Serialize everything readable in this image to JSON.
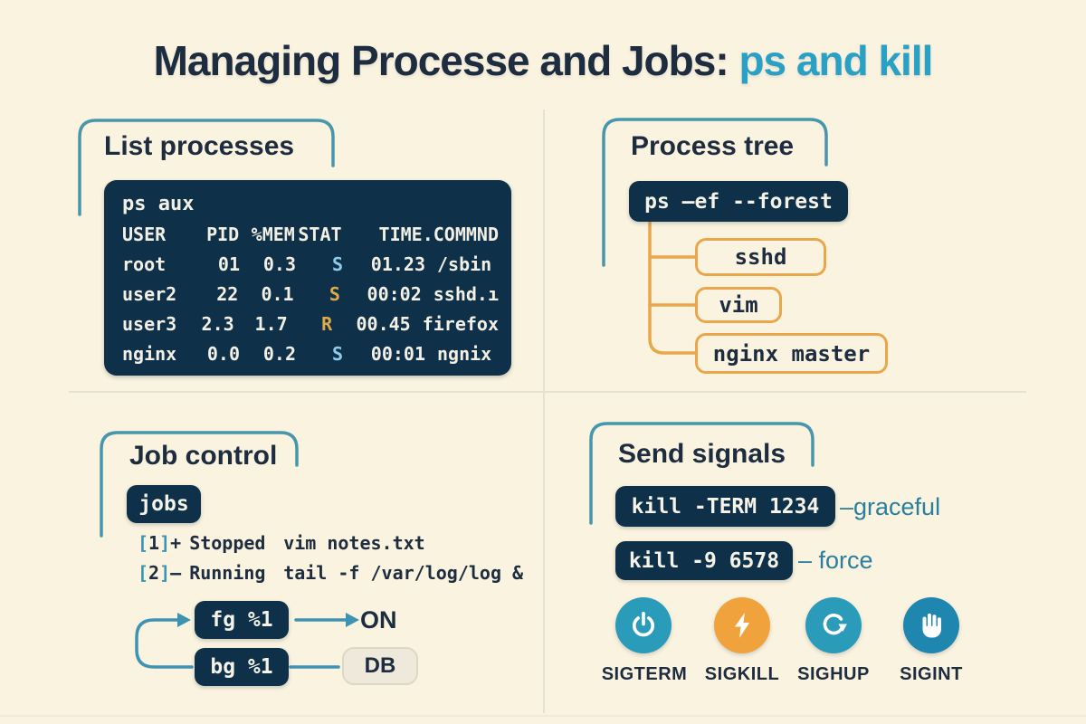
{
  "page": {
    "title_main": "Managing Processe and Jobs: ",
    "title_accent": "ps and kill"
  },
  "colors": {
    "background": "#FAF3DF",
    "navy": "#0F3049",
    "heading_text": "#1E2C40",
    "teal_accent": "#2AA0C4",
    "teal_stroke": "#4796AC",
    "teal_note": "#2B7F9E",
    "orange": "#E9A64A",
    "stat_blue": "#8FCBEA",
    "stat_gold": "#DFA94A",
    "divider": "#E6E2D2"
  },
  "list_processes": {
    "heading": "List processes",
    "command": "ps aux",
    "table": {
      "headers": [
        "USER",
        "PID",
        "%MEM",
        "STAT",
        "TIME.COMMND"
      ],
      "rows": [
        {
          "user": "root",
          "pid": "01",
          "mem": "0.3",
          "stat": "S",
          "time": "01.23",
          "cmd": "/sbin"
        },
        {
          "user": "user2",
          "pid": "22",
          "mem": "0.1",
          "stat": "S",
          "time": "00:02",
          "cmd": "sshd.ı"
        },
        {
          "user": "user3",
          "pid": "2.3",
          "mem": "1.7",
          "stat": "R",
          "time": "00.45",
          "cmd": "firefox"
        },
        {
          "user": "nginx",
          "pid": "0.0",
          "mem": "0.2",
          "stat": "S",
          "time": "00:01",
          "cmd": "ngnix"
        }
      ]
    }
  },
  "process_tree": {
    "heading": "Process tree",
    "command": "ps –ef --forest",
    "nodes": [
      "sshd",
      "vim",
      "nginx master"
    ]
  },
  "job_control": {
    "heading": "Job control",
    "command": "jobs",
    "jobs": [
      {
        "open": "[",
        "num": "1",
        "close": "]",
        "flag": "+",
        "status": "Stopped",
        "cmd": "vim notes.txt"
      },
      {
        "open": "[",
        "num": "2",
        "close": "]",
        "flag": "–",
        "status": "Running",
        "cmd": "tail -f /var/log/log &"
      }
    ],
    "fg_cmd": "fg %1",
    "fg_result": "ON",
    "bg_cmd": "bg %1",
    "bg_result": "DB"
  },
  "send_signals": {
    "heading": "Send signals",
    "commands": [
      {
        "cmd": "kill -TERM 1234",
        "note": "–graceful"
      },
      {
        "cmd": "kill -9 6578",
        "note": "– force"
      }
    ],
    "signals": [
      {
        "name": "SIGTERM",
        "icon": "power-icon",
        "color": "#2B9BBA"
      },
      {
        "name": "SIGKILL",
        "icon": "lightning-icon",
        "color": "#F0A23C"
      },
      {
        "name": "SIGHUP",
        "icon": "refresh-icon",
        "color": "#2B9BBA"
      },
      {
        "name": "SIGINT",
        "icon": "hand-icon",
        "color": "#1F86B0"
      }
    ]
  }
}
